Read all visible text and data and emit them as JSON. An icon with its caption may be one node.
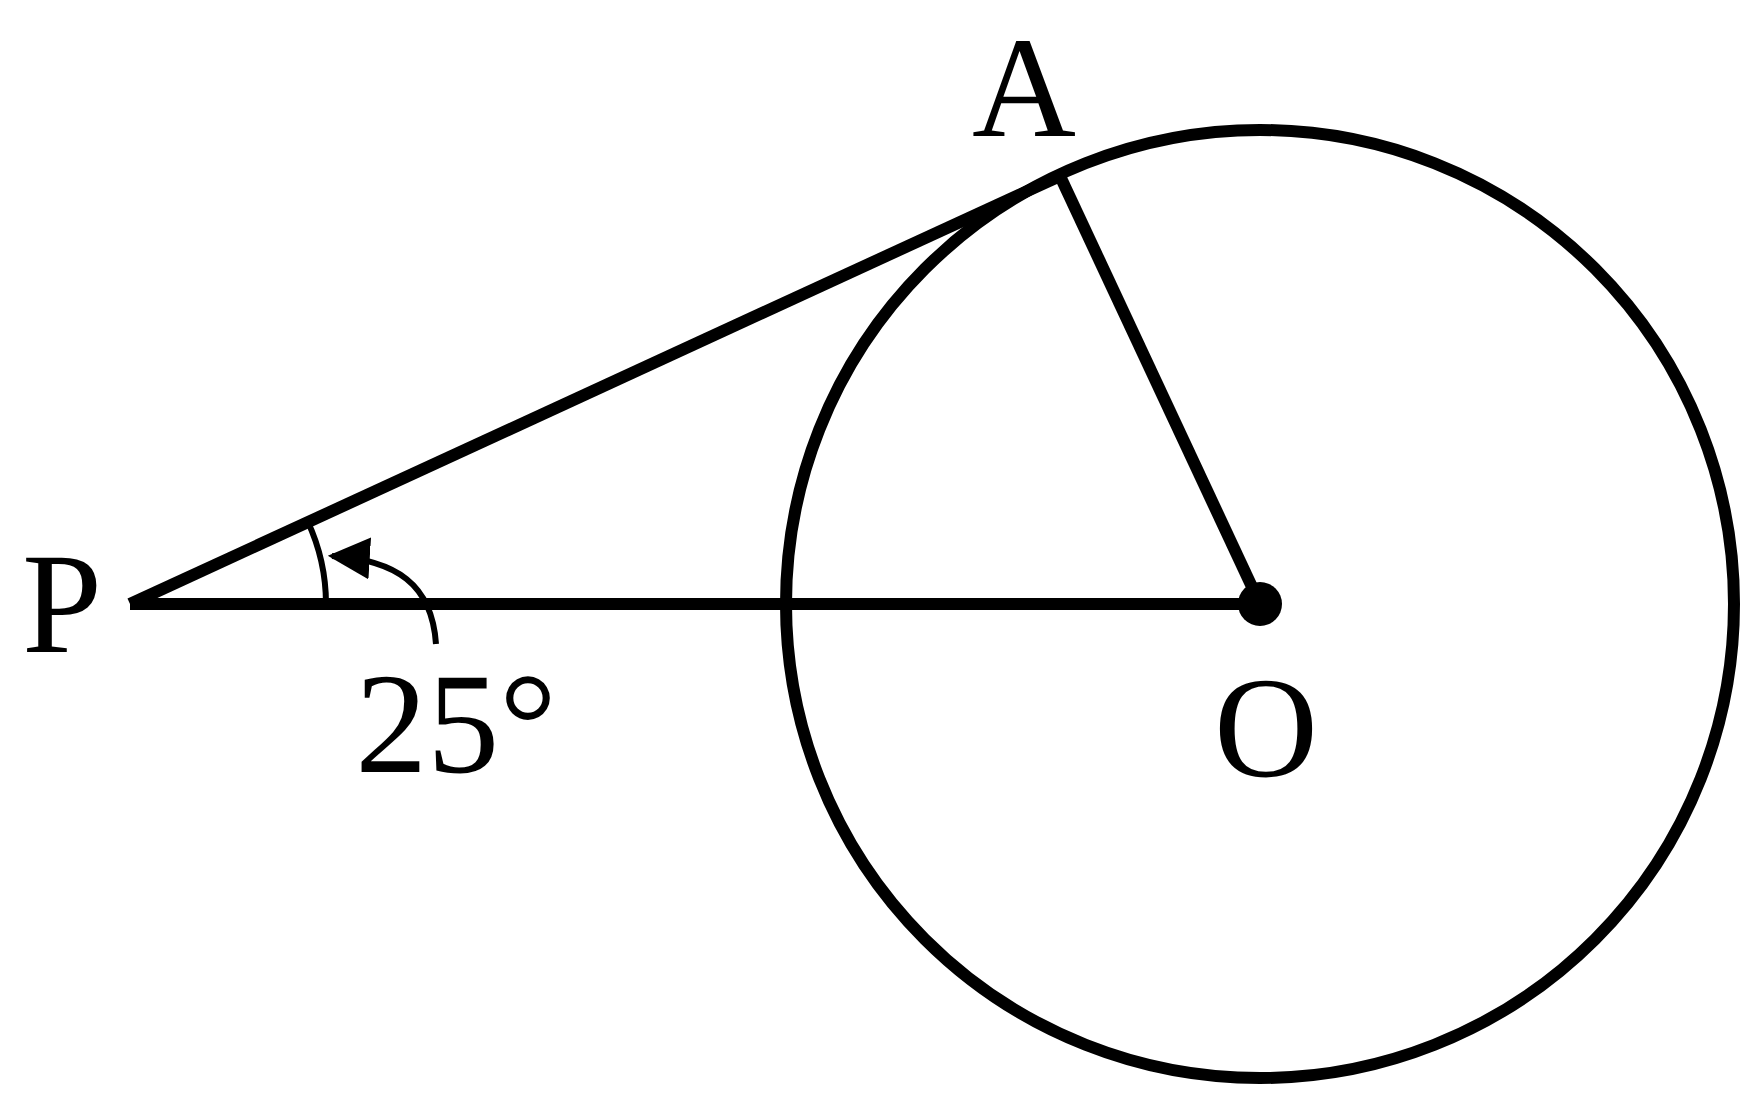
{
  "diagram": {
    "nodes": [
      {
        "text": [
          "P"
        ]
      },
      {
        "text": [
          "A"
        ]
      },
      {
        "text": [
          "O"
        ]
      },
      {
        "text": [
          "25°"
        ]
      }
    ],
    "edges": [
      {
        "from": 0,
        "to": 1,
        "arrow": "none"
      },
      {
        "from": 1,
        "to": 2,
        "arrow": "none"
      },
      {
        "from": 0,
        "to": 2,
        "arrow": "none"
      },
      {
        "from": 3,
        "to": null,
        "arrow": "to"
      }
    ]
  }
}
